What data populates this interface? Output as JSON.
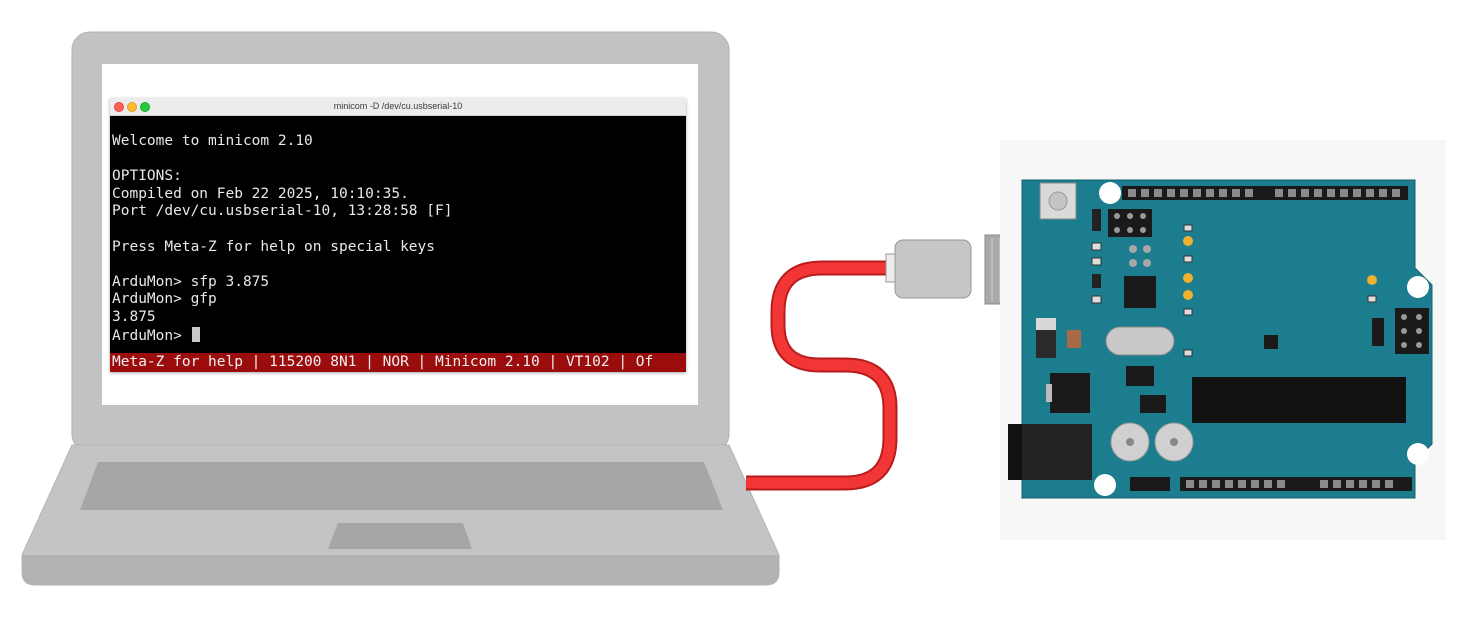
{
  "window": {
    "title": "minicom -D /dev/cu.usbserial-10"
  },
  "terminal": {
    "lines": [
      "Welcome to minicom 2.10",
      "",
      "OPTIONS:",
      "Compiled on Feb 22 2025, 10:10:35.",
      "Port /dev/cu.usbserial-10, 13:28:58 [F]",
      "",
      "Press Meta-Z for help on special keys",
      "",
      "ArduMon> sfp 3.875",
      "ArduMon> gfp",
      "3.875"
    ],
    "prompt": "ArduMon> "
  },
  "statusbar": {
    "text": "Meta-Z for help | 115200 8N1 | NOR | Minicom 2.10 | VT102 | Of"
  },
  "colors": {
    "terminal_bg": "#000000",
    "terminal_fg": "#e8e8e8",
    "statusbar_bg": "#9b0d0d",
    "cable": "#f03030",
    "board": "#1a7b8c",
    "laptop_body": "#c0c0c0"
  },
  "icons": {
    "close": "close-traffic-light-icon",
    "minimize": "minimize-traffic-light-icon",
    "maximize": "maximize-traffic-light-icon"
  }
}
